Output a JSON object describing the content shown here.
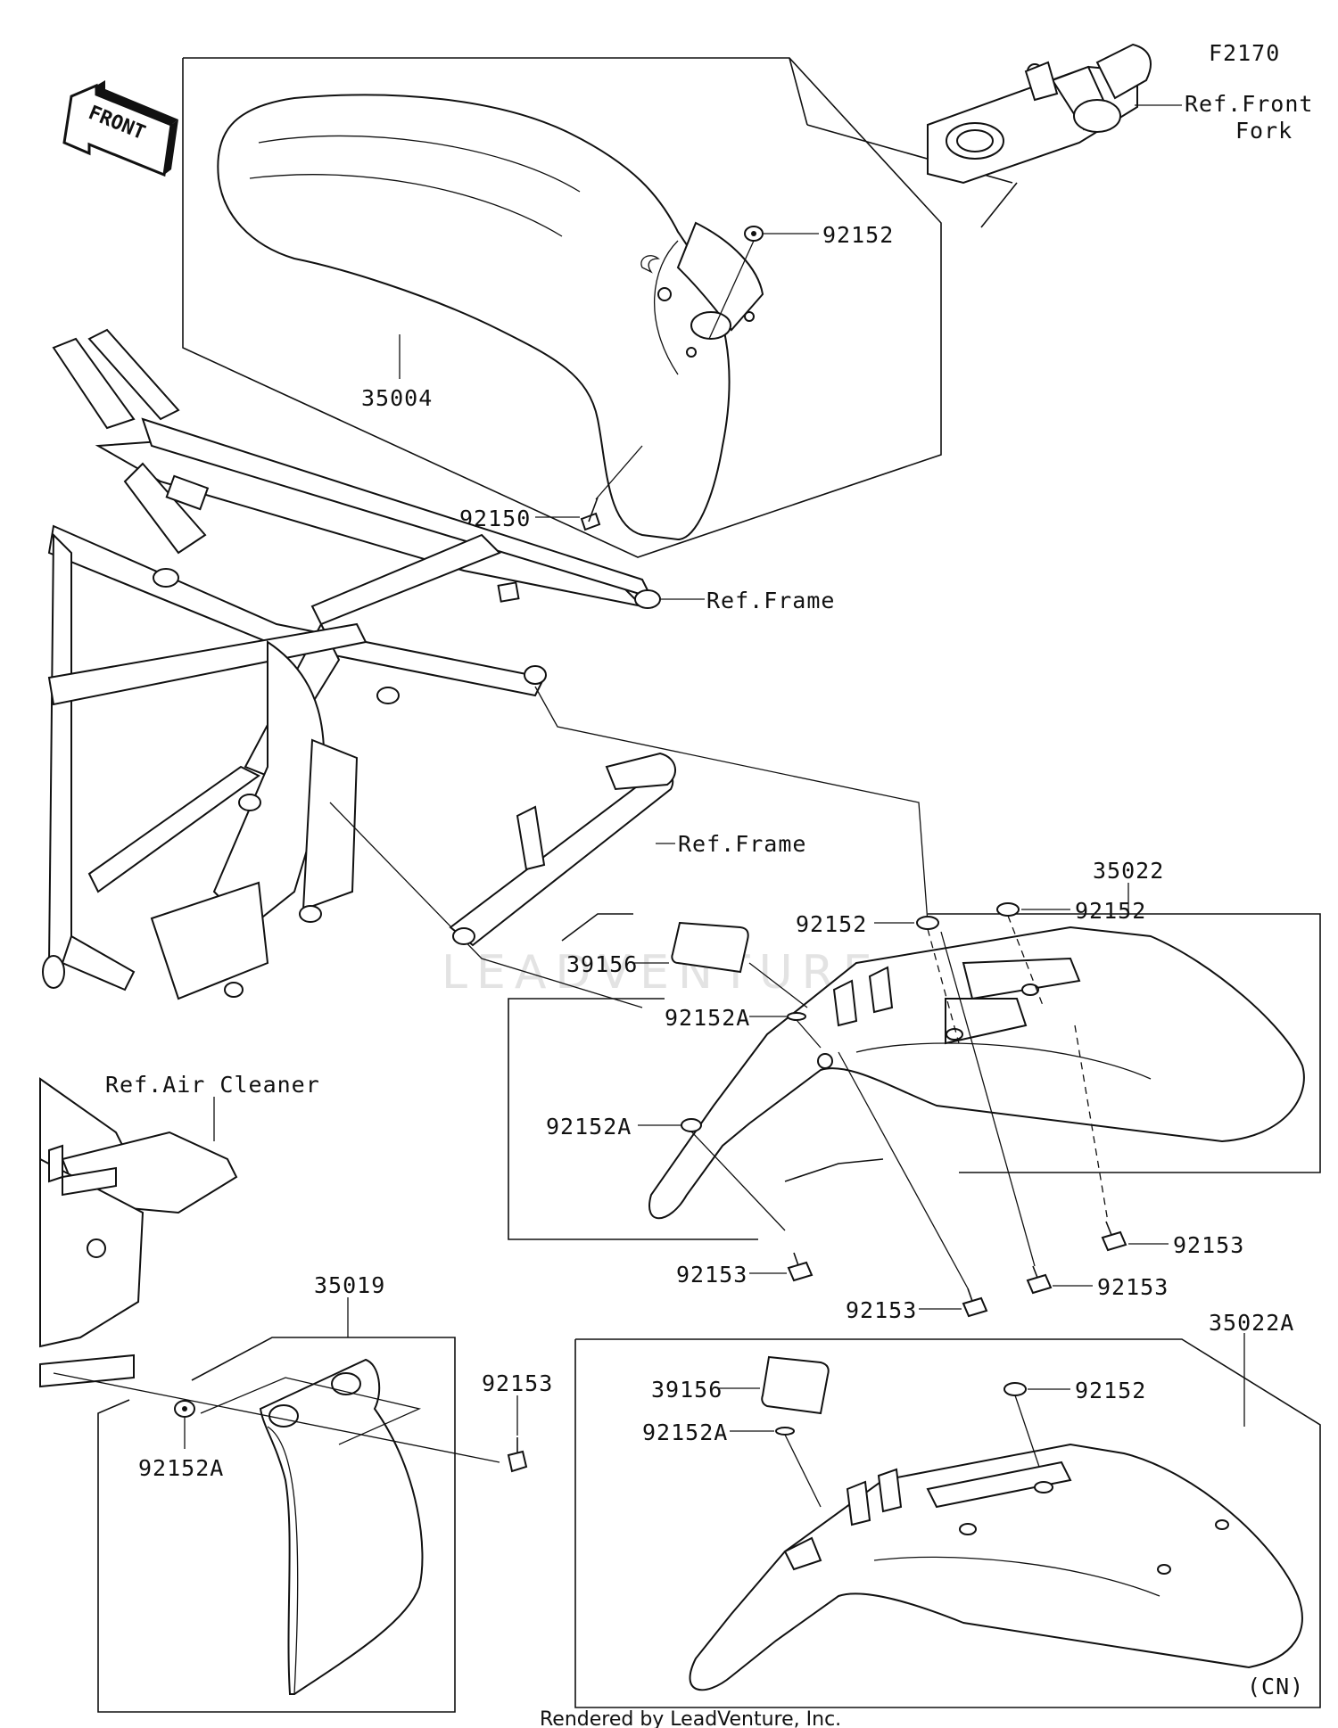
{
  "diagram_code": "F2170",
  "front_arrow": "FRONT",
  "watermark": "LEADVENTURE",
  "refs": {
    "front_fork": [
      "Ref.Front",
      "Fork"
    ],
    "frame_upper": "Ref.Frame",
    "frame_lower": "Ref.Frame",
    "air_cleaner": "Ref.Air Cleaner"
  },
  "parts": {
    "p35004": "35004",
    "p92152_front": "92152",
    "p92150": "92150",
    "p35022": "35022",
    "p92152_a": "92152",
    "p92152_b": "92152",
    "p39156_a": "39156",
    "p92152A_a": "92152A",
    "p92152A_b": "92152A",
    "p92153_a": "92153",
    "p92153_b": "92153",
    "p92153_c": "92153",
    "p92153_d": "92153",
    "p35019": "35019",
    "p92153_e": "92153",
    "p92152A_c": "92152A",
    "p35022A": "35022A",
    "p39156_b": "39156",
    "p92152_c": "92152",
    "p92152A_d": "92152A"
  },
  "variant_note": "(CN)",
  "credit": "Rendered by LeadVenture, Inc."
}
